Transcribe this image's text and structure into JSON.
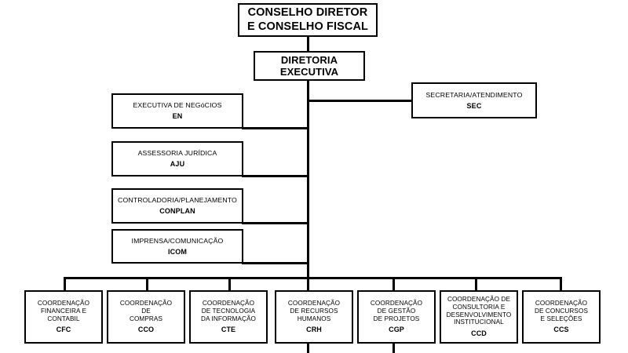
{
  "chart_data": {
    "type": "diagram",
    "title": "Organograma",
    "orientation": "vertical-tree",
    "nodes": [
      {
        "id": "conselho",
        "title": "CONSELHO DIRETOR\nE CONSELHO FISCAL",
        "acronym": "",
        "level": "1"
      },
      {
        "id": "diretoria",
        "title": "DIRETORIA\nEXECUTIVA",
        "acronym": "",
        "level": "2"
      },
      {
        "id": "sec",
        "title": "SECRETARIA/ATENDIMENTO",
        "acronym": "SEC",
        "level": "staff"
      },
      {
        "id": "en",
        "title": "EXECUTIVA DE NEGóCIOS",
        "acronym": "EN",
        "level": "staff"
      },
      {
        "id": "aju",
        "title": "ASSESSORIA JURÍDICA",
        "acronym": "AJU",
        "level": "staff"
      },
      {
        "id": "conplan",
        "title": "CONTROLADORIA/PLANEJAMENTO",
        "acronym": "CONPLAN",
        "level": "staff"
      },
      {
        "id": "icom",
        "title": "IMPRENSA/COMUNICAÇÃO",
        "acronym": "ICOM",
        "level": "staff"
      },
      {
        "id": "cfc",
        "title": "COORDENAÇÃO\nFINANCEIRA E\nCONTABIL",
        "acronym": "CFC",
        "level": "coord"
      },
      {
        "id": "cco",
        "title": "COORDENAÇÃO\nDE\nCOMPRAS",
        "acronym": "CCO",
        "level": "coord"
      },
      {
        "id": "cte",
        "title": "COORDENAÇÃO\nDE TECNOLOGIA\nDA INFORMAÇÃO",
        "acronym": "CTE",
        "level": "coord"
      },
      {
        "id": "crh",
        "title": "COORDENAÇÃO\nDE RECURSOS\nHUMANOS",
        "acronym": "CRH",
        "level": "coord"
      },
      {
        "id": "cgp",
        "title": "COORDENAÇÃO\nDE GESTÃO\nDE PROJETOS",
        "acronym": "CGP",
        "level": "coord"
      },
      {
        "id": "ccd",
        "title": "COORDENAÇÃO DE\nCONSULTORIA E\nDESENVOLVIMENTO\nINSTITUCIONAL",
        "acronym": "CCD",
        "level": "coord"
      },
      {
        "id": "ccs",
        "title": "COORDENAÇÃO\nDE CONCURSOS\nE SELEÇÕES",
        "acronym": "CCS",
        "level": "coord"
      }
    ],
    "colors": {
      "background": "#ffffff",
      "border": "#000000",
      "text": "#000000",
      "connector": "#000000"
    }
  }
}
